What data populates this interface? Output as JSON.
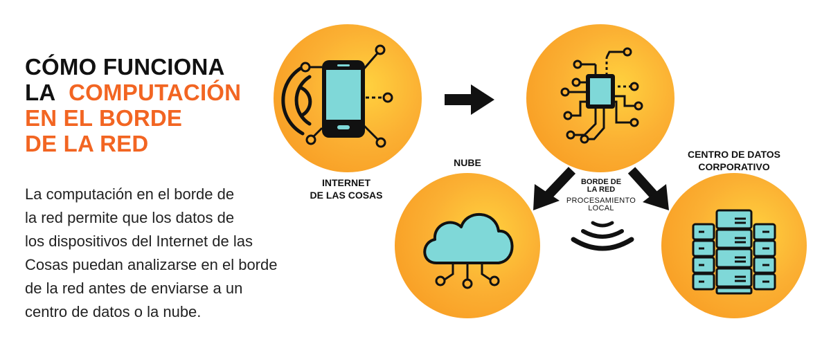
{
  "title": {
    "line1": "CÓMO FUNCIONA",
    "line2_prefix": "LA",
    "line2_accent": "COMPUTACIÓN",
    "line3": "EN EL BORDE",
    "line4": "DE LA RED"
  },
  "description": [
    "La computación en el borde de",
    "la red permite que los datos de",
    "los dispositivos del Internet de las",
    "Cosas puedan analizarse en el borde",
    "de la red antes de enviarse a un",
    "centro de datos o la nube."
  ],
  "nodes": {
    "iot": {
      "label_line1": "INTERNET",
      "label_line2": "DE LAS COSAS",
      "icon": "smartphone-icon"
    },
    "edge": {
      "label_line1": "BORDE DE",
      "label_line2": "LA RED",
      "sub_line1": "PROCESAMIENTO",
      "sub_line2": "LOCAL",
      "icon": "chip-icon"
    },
    "cloud": {
      "label": "NUBE",
      "icon": "cloud-icon"
    },
    "datacenter": {
      "label_line1": "CENTRO DE DATOS",
      "label_line2": "CORPORATIVO",
      "icon": "server-icon"
    }
  },
  "colors": {
    "accent": "#f26522",
    "circle": "#fbb033",
    "icon_fill": "#7fd8d8",
    "dark": "#111111"
  }
}
